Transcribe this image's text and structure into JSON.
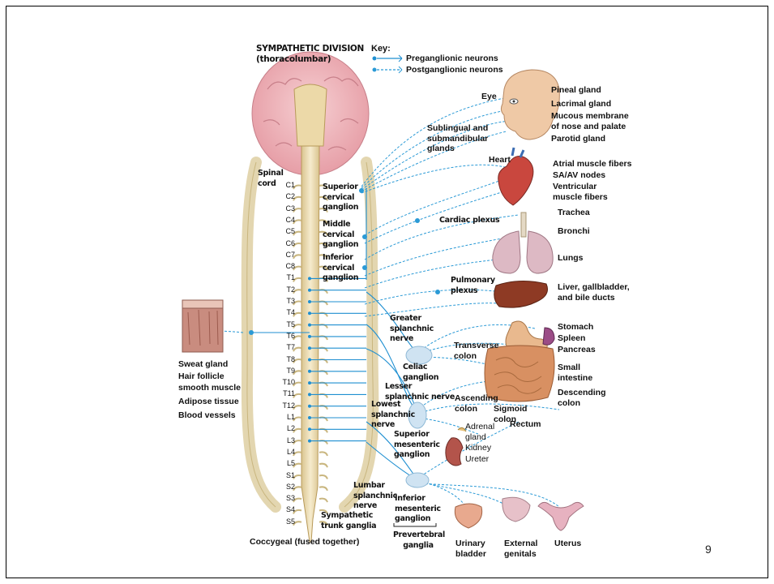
{
  "title": {
    "line1": "SYMPATHETIC DIVISION",
    "line2": "(thoracolumbar)"
  },
  "key": {
    "label": "Key:",
    "pre": "Preganglionic neurons",
    "post": "Postganglionic neurons"
  },
  "colors": {
    "nerve": "#2b9ad6",
    "pre_line": "#1f8fd1",
    "spine": "#e9dcb8",
    "brain": "#f1b7bd"
  },
  "segments": [
    "C1",
    "C2",
    "C3",
    "C4",
    "C5",
    "C6",
    "C7",
    "C8",
    "T1",
    "T2",
    "T3",
    "T4",
    "T5",
    "T6",
    "T7",
    "T8",
    "T9",
    "T10",
    "T11",
    "T12",
    "L1",
    "L2",
    "L3",
    "L4",
    "L5",
    "S1",
    "S2",
    "S3",
    "S4",
    "S5"
  ],
  "left_labels": {
    "spinal_cord": "Spinal cord",
    "sweat": "Sweat gland",
    "hair": "Hair follicle",
    "smooth": "smooth muscle",
    "adipose": "Adipose tissue",
    "blood": "Blood vessels",
    "coccygeal": "Coccygeal (fused together)"
  },
  "ganglia": {
    "superior_cervical": "Superior cervical ganglion",
    "middle_cervical": "Middle cervical ganglion",
    "inferior_cervical": "Inferior cervical ganglion",
    "greater_splanchnic": "Greater splanchnic nerve",
    "celiac": "Celiac ganglion",
    "lesser_splanchnic": "Lesser splanchnic nerve",
    "lowest_splanchnic": "Lowest splanchnic nerve",
    "superior_mesenteric": "Superior mesenteric ganglion",
    "lumbar_splanchnic": "Lumbar splanchnic nerve",
    "inferior_mesenteric": "Inferior mesenteric ganglion",
    "prevertebral": "Prevertebral ganglia",
    "sympathetic_trunk": "Sympathetic trunk ganglia",
    "cardiac_plexus": "Cardiac plexus",
    "pulmonary_plexus": "Pulmonary plexus"
  },
  "organs": {
    "eye": "Eye",
    "sublingual": "Sublingual and submandibular glands",
    "pineal": "Pineal gland",
    "lacrimal": "Lacrimal gland",
    "mucous": "Mucous membrane of nose and palate",
    "parotid": "Parotid gland",
    "heart": "Heart",
    "atrial": "Atrial muscle fibers",
    "sa_av": "SA/AV nodes",
    "ventricular": "Ventricular muscle fibers",
    "trachea": "Trachea",
    "bronchi": "Bronchi",
    "lungs": "Lungs",
    "liver": "Liver, gallbladder, and bile ducts",
    "stomach": "Stomach",
    "spleen": "Spleen",
    "pancreas": "Pancreas",
    "transverse": "Transverse colon",
    "small_intestine": "Small intestine",
    "descending": "Descending colon",
    "ascending": "Ascending colon",
    "sigmoid": "Sigmoid colon",
    "rectum": "Rectum",
    "adrenal": "Adrenal gland",
    "kidney": "Kidney",
    "ureter": "Ureter",
    "bladder": "Urinary bladder",
    "genitals": "External genitals",
    "uterus": "Uterus"
  },
  "page_number": "9"
}
